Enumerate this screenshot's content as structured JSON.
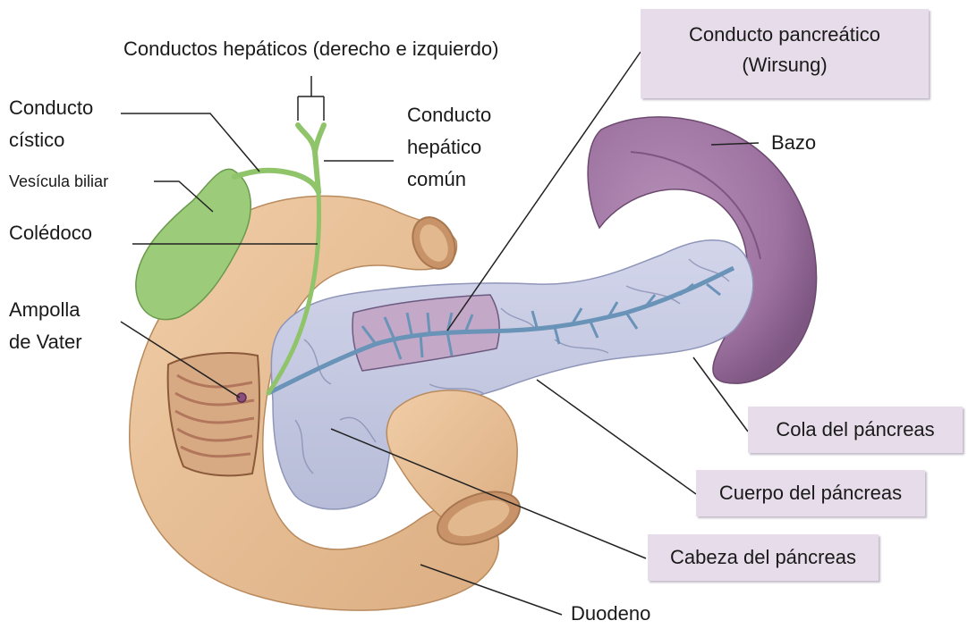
{
  "labels": {
    "hepatic_ducts": "Conductos hepáticos (derecho e izquierdo)",
    "cystic_duct_1": "Conducto",
    "cystic_duct_2": "cístico",
    "common_hepatic_1": "Conducto",
    "common_hepatic_2": "hepático",
    "common_hepatic_3": "común",
    "gallbladder": "Vesícula biliar",
    "common_bile_duct": "Colédoco",
    "ampulla_1": "Ampolla",
    "ampulla_2": "de Vater",
    "spleen": "Bazo",
    "duodenum": "Duodeno"
  },
  "boxes": {
    "pancreatic_duct_1": "Conducto pancreático",
    "pancreatic_duct_2": "(Wirsung)",
    "pancreas_tail": "Cola del páncreas",
    "pancreas_body": "Cuerpo del páncreas",
    "pancreas_head": "Cabeza del páncreas"
  },
  "colors": {
    "duodenum_fill": "#e8bf94",
    "pancreas_fill": "#c7cbe2",
    "gallbladder_fill": "#9ccb7a",
    "spleen_fill": "#a77ea8",
    "duct_blue": "#6a93b8",
    "label_box": "#e6dcea"
  }
}
